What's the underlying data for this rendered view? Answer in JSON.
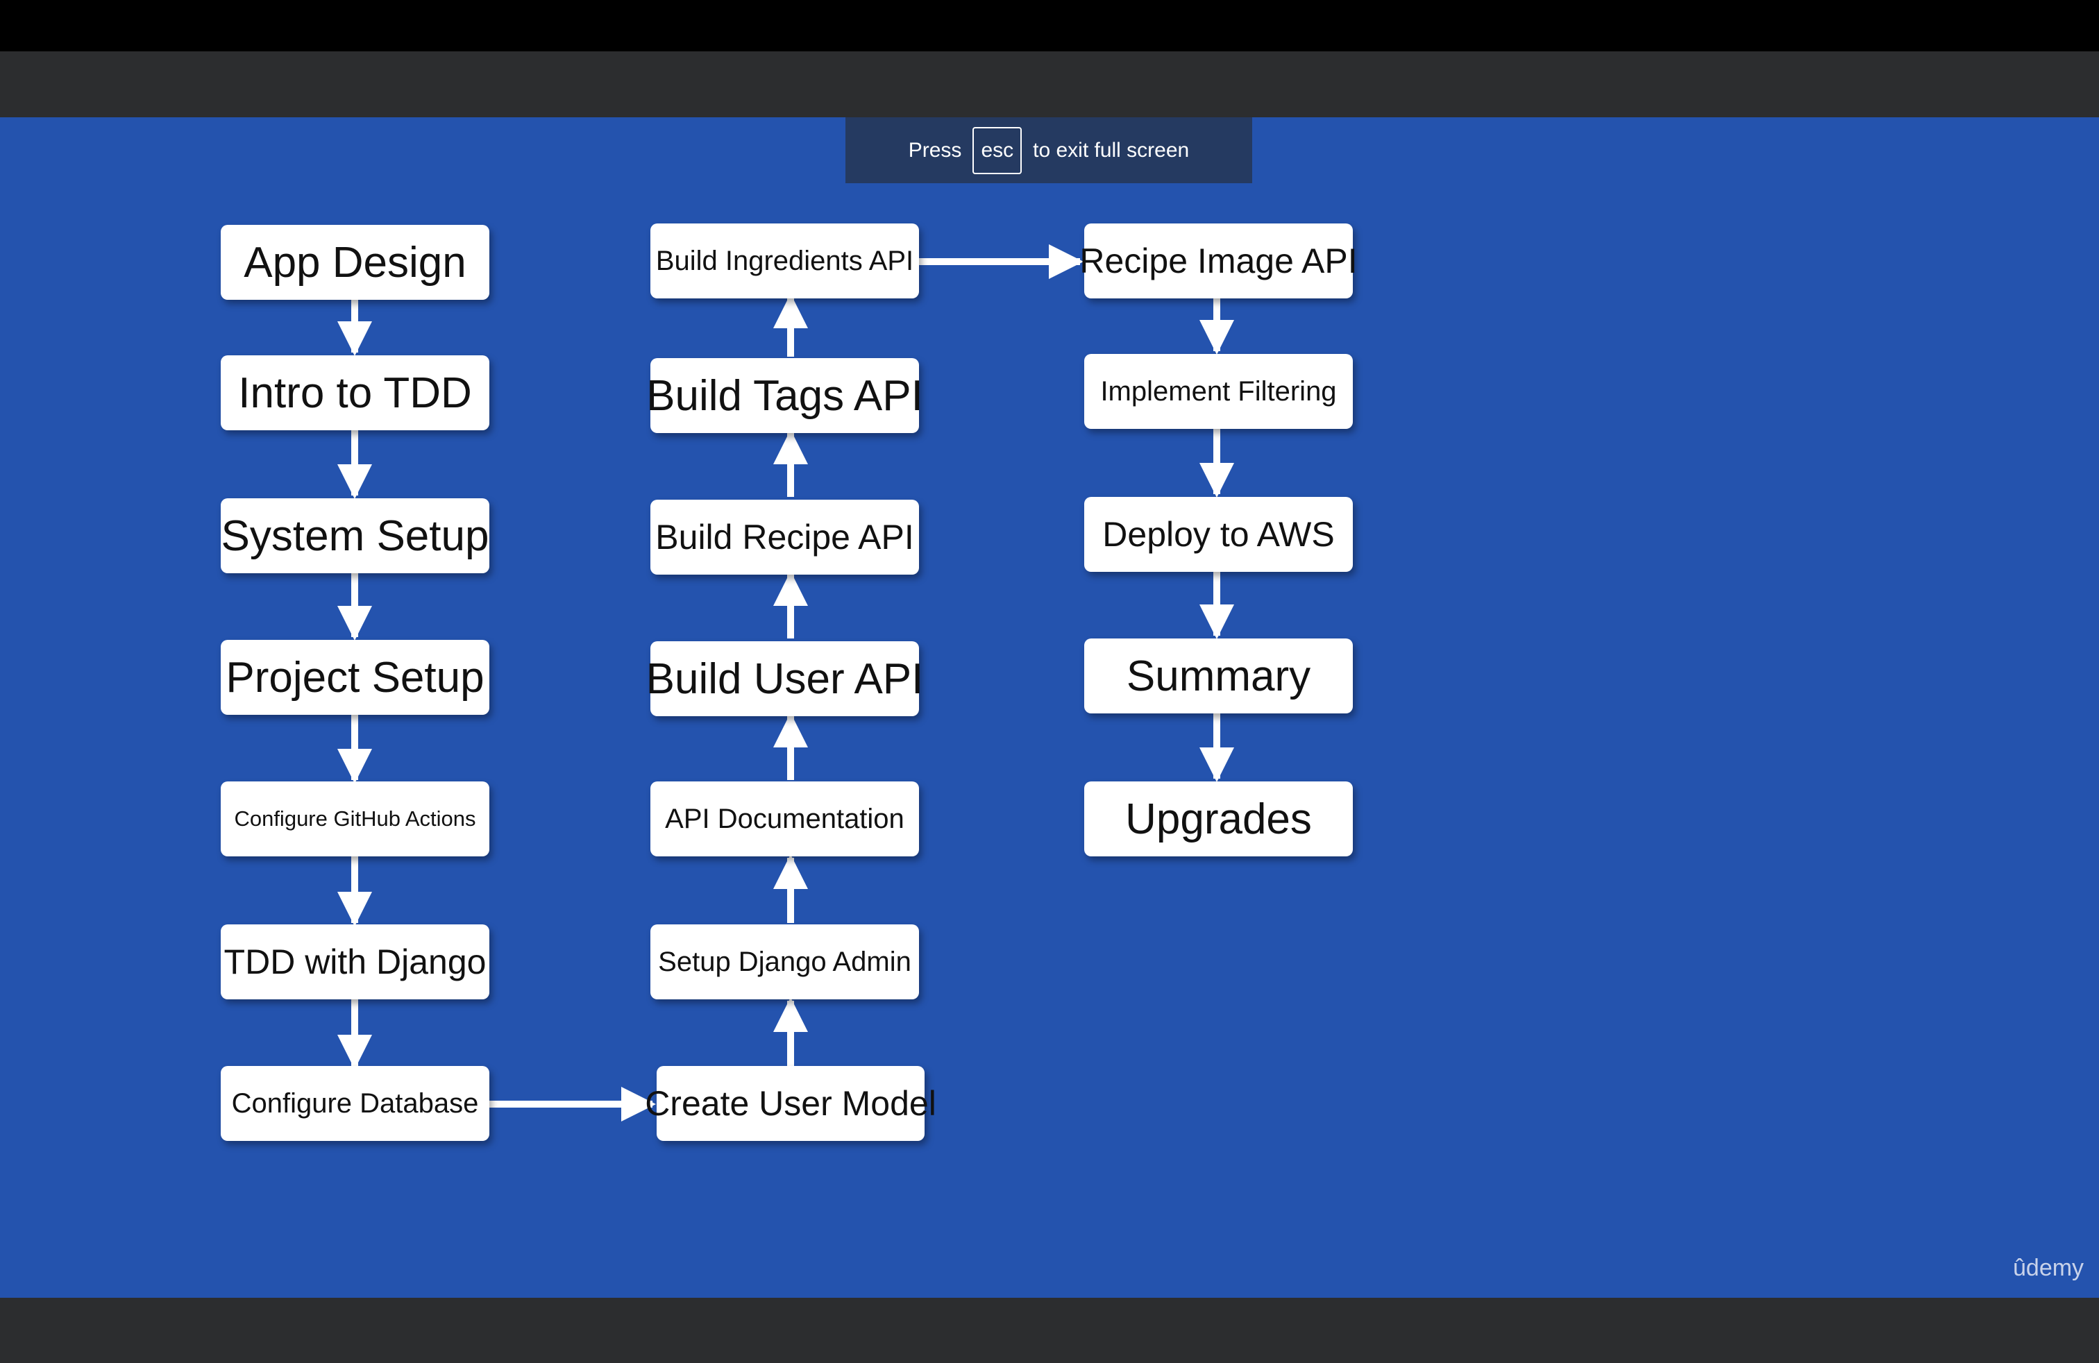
{
  "banner": {
    "press": "Press",
    "key": "esc",
    "rest": "to exit full screen"
  },
  "flow": {
    "column1": [
      "App Design",
      "Intro to TDD",
      "System Setup",
      "Project Setup",
      "Configure GitHub Actions",
      "TDD with Django",
      "Configure Database"
    ],
    "column2": [
      "Create User Model",
      "Setup Django Admin",
      "API Documentation",
      "Build User API",
      "Build Recipe API",
      "Build Tags API",
      "Build Ingredients API"
    ],
    "column3": [
      "Recipe Image API",
      "Implement Filtering",
      "Deploy to AWS",
      "Summary",
      "Upgrades"
    ]
  },
  "brand": "ûdemy",
  "colors": {
    "slide_bg": "#2453ae",
    "box_bg": "#ffffff",
    "arrow": "#ffffff",
    "banner_bg": "#253a61"
  }
}
